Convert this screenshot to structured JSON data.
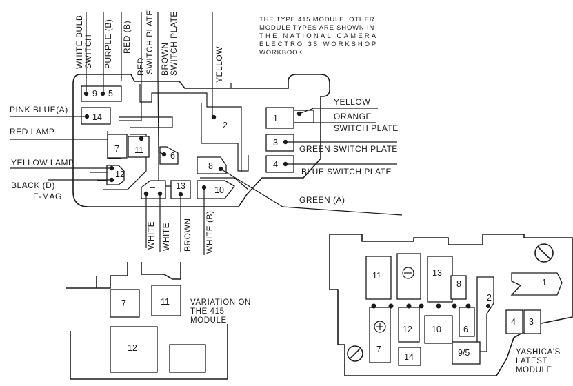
{
  "note": {
    "lines": [
      "THE TYPE 415 MODULE. OTHER",
      "MODULE TYPES ARE SHOWN IN",
      "THE NATIONAL CAMERA",
      "ELECTRO 35 WORKSHOP",
      "WORKBOOK."
    ]
  },
  "top_wires": {
    "white_bulb": [
      "WHITE BULB",
      "SWITCH"
    ],
    "purple": "PURPLE (B)",
    "red": "RED (B)",
    "red_switch": [
      "RED",
      "SWITCH PLATE"
    ],
    "brown_switch": [
      "BROWN",
      "SWITCH PLATE"
    ],
    "yellow": "YELLOW"
  },
  "left_wires": {
    "pink_blue": "PINK BLUE(A)",
    "red_lamp": "RED LAMP",
    "yellow_lamp": "YELLOW LAMP",
    "black": "BLACK (D)",
    "emag": "E-MAG"
  },
  "right_wires": {
    "yellow": "YELLOW",
    "orange": "ORANGE",
    "switch_plate": "SWITCH PLATE",
    "green_switch": "GREEN SWITCH PLATE",
    "blue_switch": "BLUE  SWITCH PLATE",
    "green_a": "GREEN (A)"
  },
  "bottom_wires": {
    "white1": "WHITE",
    "white2": "WHITE",
    "brown": "BROWN",
    "white_b": "WHITE (B)"
  },
  "main_pads": {
    "p9": "9",
    "p5": "5",
    "p14": "14",
    "p7": "7",
    "p11": "11",
    "p6": "6",
    "p2": "2",
    "p8": "8",
    "p12": "12",
    "p13": "13",
    "p10": "10",
    "p1": "1",
    "p3": "3",
    "p4": "4",
    "pminus": "–"
  },
  "variation": {
    "caption": [
      "VARIATION ON",
      "THE 415",
      "MODULE"
    ],
    "p7": "7",
    "p11": "11",
    "p12": "12"
  },
  "yashica": {
    "caption": [
      "YASHICA'S",
      "LATEST",
      "MODULE"
    ],
    "p11": "11",
    "p13": "13",
    "p8": "8",
    "p2": "2",
    "p1": "1",
    "p12": "12",
    "p10": "10",
    "p6": "6",
    "p7": "7",
    "p14": "14",
    "p95": "9/5",
    "p4": "4",
    "p3": "3"
  }
}
